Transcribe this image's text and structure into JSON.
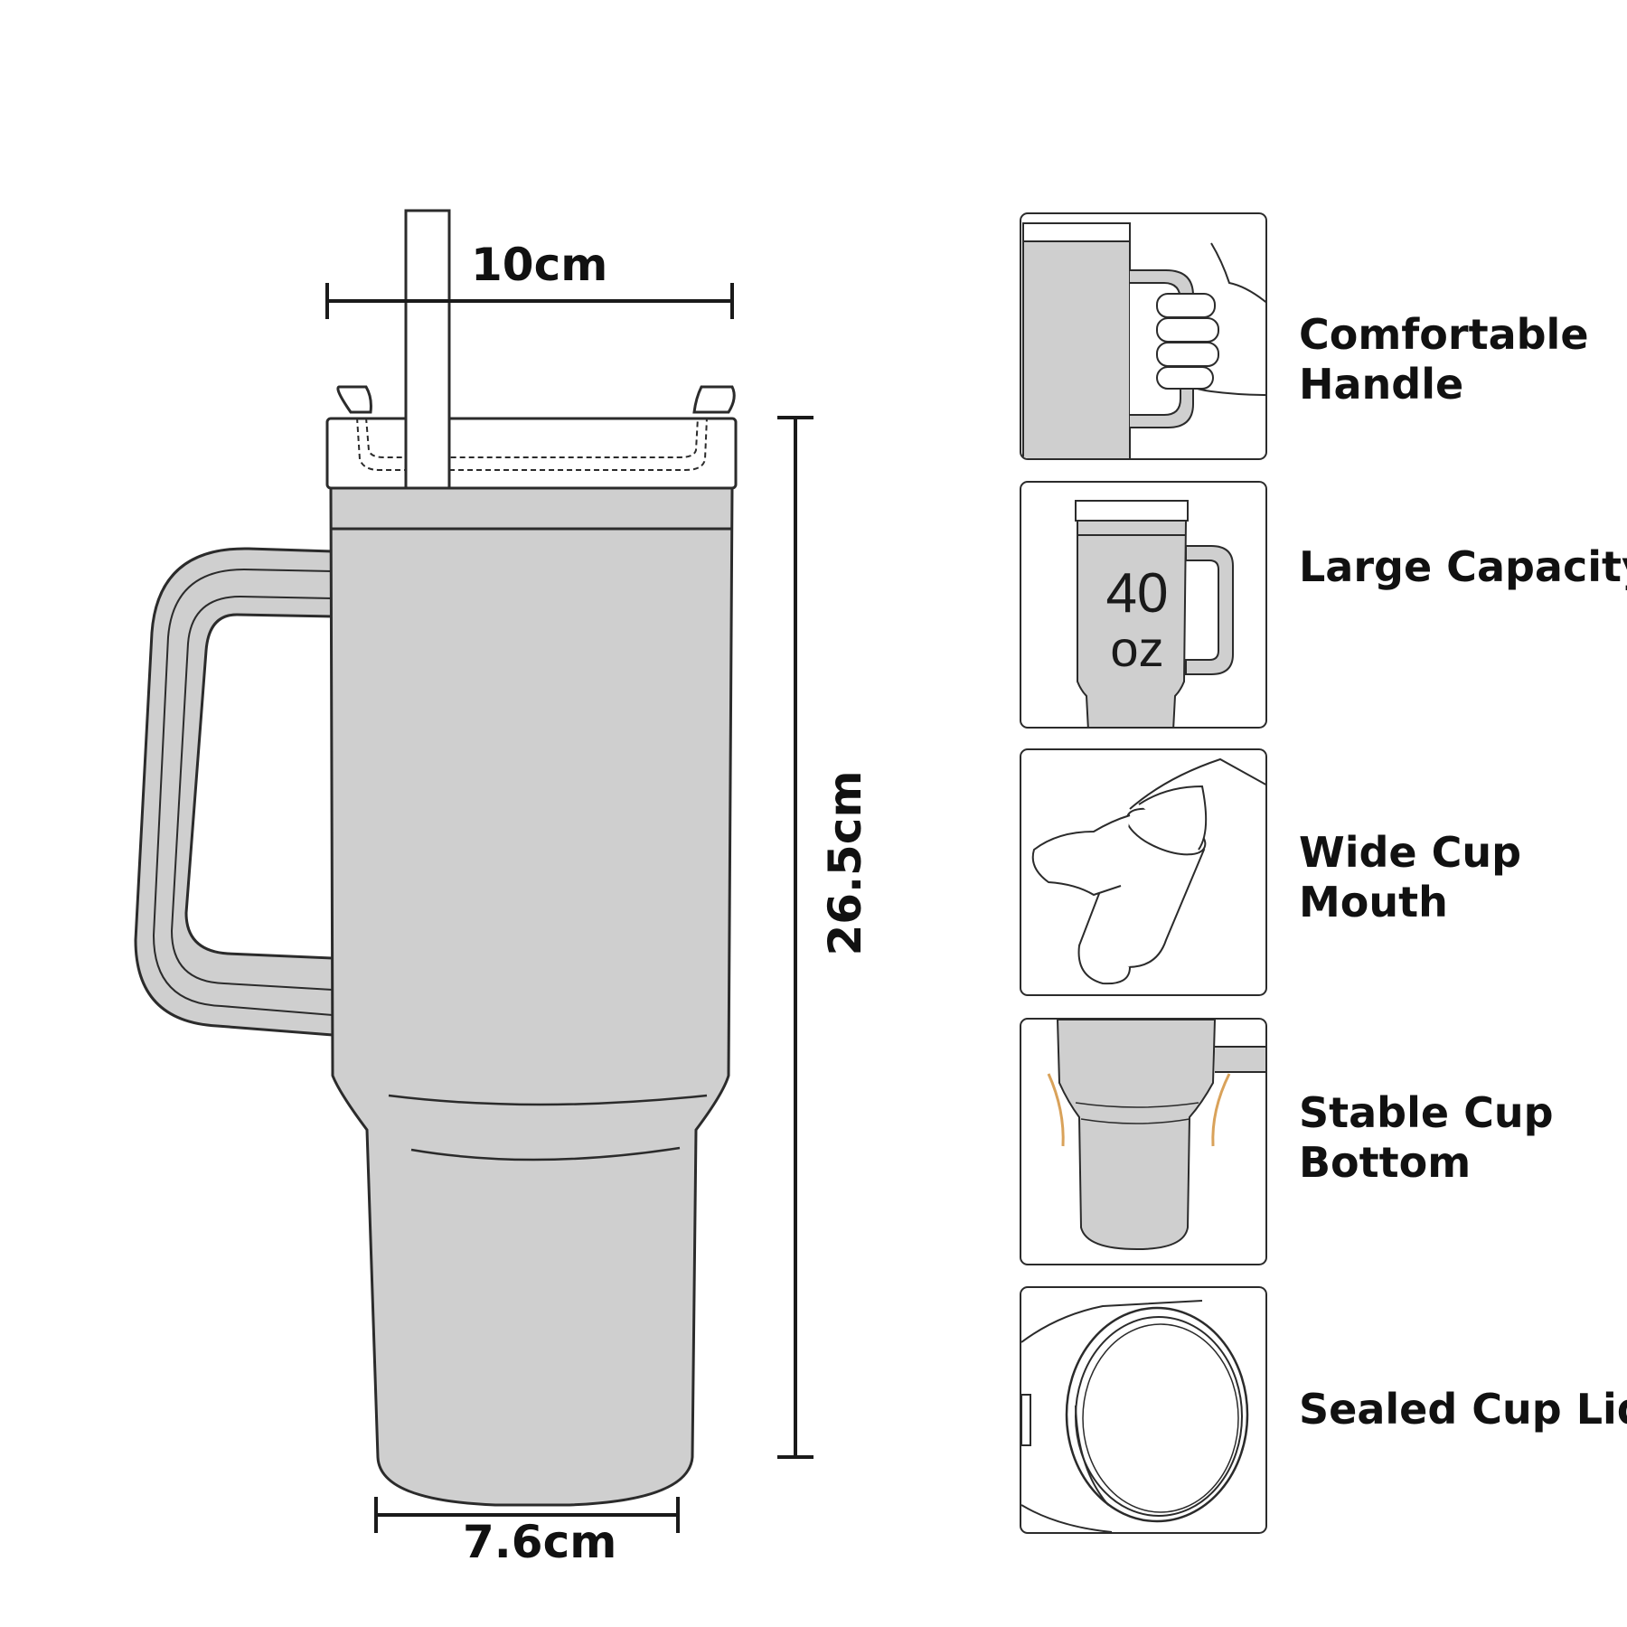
{
  "dimensions": {
    "width_label": "10cm",
    "height_label": "26.5cm",
    "base_label": "7.6cm"
  },
  "capacity_badge": {
    "number": "40",
    "unit": "oz"
  },
  "features": [
    {
      "line1": "Comfortable",
      "line2": "Handle",
      "icon": "hand-holding-handle-icon"
    },
    {
      "line1": "Large Capacity",
      "line2": "",
      "icon": "tumbler-40oz-icon"
    },
    {
      "line1": "Wide Cup",
      "line2": "Mouth",
      "icon": "hand-in-cup-icon"
    },
    {
      "line1": "Stable Cup",
      "line2": "Bottom",
      "icon": "cup-bottom-icon"
    },
    {
      "line1": "Sealed Cup Lid",
      "line2": "",
      "icon": "lid-ring-icon"
    }
  ],
  "colors": {
    "tumbler_fill": "#cfcfcf",
    "outline": "#2b2b2b",
    "background": "#ffffff"
  }
}
